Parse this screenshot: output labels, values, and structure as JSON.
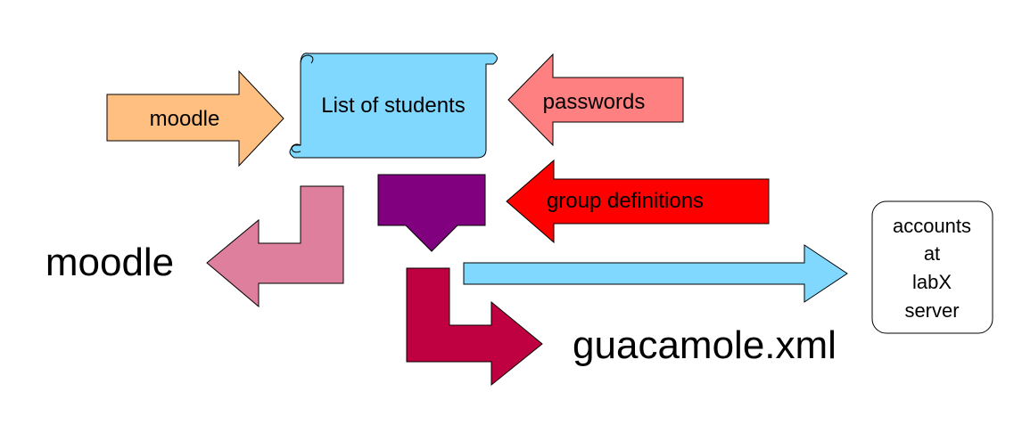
{
  "diagram": {
    "input_moodle": {
      "label": "moodle",
      "color": "#FFBF80"
    },
    "student_list": {
      "label": "List of students",
      "color": "#80D8FF"
    },
    "passwords": {
      "label": "passwords",
      "color": "#FF8080"
    },
    "group_definitions": {
      "label": "group definitions",
      "color": "#FF0000"
    },
    "down_arrow": {
      "color": "#800080"
    },
    "output_moodle": {
      "label": "moodle",
      "color": "#DE7F9E"
    },
    "output_guacamole": {
      "label": "guacamole.xml",
      "color": "#BF0041"
    },
    "output_accounts": {
      "lines": [
        "accounts",
        "at",
        "labX",
        "server"
      ],
      "arrow_color": "#80D8FF"
    }
  }
}
